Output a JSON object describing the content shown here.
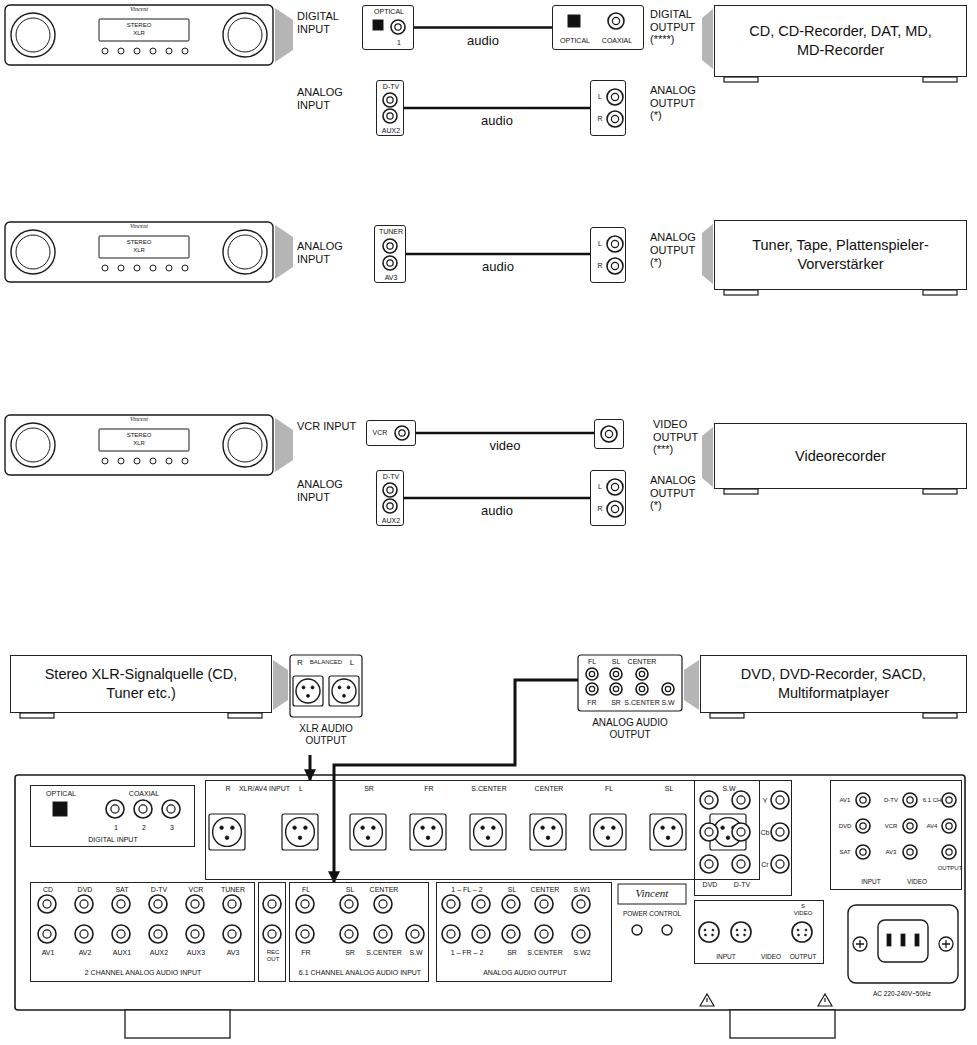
{
  "diagram": {
    "nodes": [
      {
        "text": [
          "OPTICAL",
          "1"
        ]
      },
      {
        "text": [
          "D-TV",
          "AUX2"
        ]
      },
      {
        "text": [
          "OPTICAL",
          "COAXIAL"
        ]
      },
      {
        "text": [
          "L",
          "R"
        ]
      },
      {
        "text": [
          "CD, CD-Recorder, DAT, MD, MD-Recorder"
        ]
      },
      {
        "text": [
          "TUNER",
          "AV3"
        ]
      },
      {
        "text": [
          "L",
          "R"
        ]
      },
      {
        "text": [
          "Tuner, Tape, Plattenspieler-Vorverstärker"
        ]
      },
      {
        "text": [
          "VCR"
        ]
      },
      {
        "text": [
          "D-TV",
          "AUX2"
        ]
      },
      {
        "text": [
          "VIDEO OUTPUT (***)"
        ]
      },
      {
        "text": [
          "L",
          "R"
        ]
      },
      {
        "text": [
          "Videorecorder"
        ]
      },
      {
        "text": [
          "Stereo XLR-Signalquelle (CD, Tuner etc.)"
        ]
      },
      {
        "text": [
          "R",
          "BALANCED",
          "L",
          "XLR AUDIO OUTPUT"
        ]
      },
      {
        "text": [
          "DVD, DVD-Recorder, SACD, Multiformatplayer"
        ]
      },
      {
        "text": [
          "FL",
          "SL",
          "CENTER",
          "FR",
          "SR",
          "S.CENTER",
          "S.W",
          "ANALOG AUDIO OUTPUT"
        ]
      },
      {
        "text": [
          "OPTICAL",
          "COAXIAL",
          "1",
          "2",
          "3",
          "DIGITAL INPUT"
        ]
      },
      {
        "text": [
          "R",
          "XLR/AV4 INPUT",
          "L",
          "SR",
          "FR",
          "S.CENTER",
          "CENTER",
          "FL",
          "SL",
          "S.W"
        ]
      },
      {
        "text": [
          "CD",
          "DVD",
          "SAT",
          "D-TV",
          "VCR",
          "TUNER",
          "AV1",
          "AV2",
          "AUX1",
          "AUX2",
          "AUX3",
          "AV3",
          "2 CHANNEL ANALOG AUDIO INPUT"
        ]
      },
      {
        "text": [
          "REC OUT"
        ]
      },
      {
        "text": [
          "FL",
          "SL",
          "CENTER",
          "FR",
          "SR",
          "S.CENTER",
          "S.W",
          "6.1 CHANNEL ANALOG AUDIO INPUT"
        ]
      },
      {
        "text": [
          "1 – FL – 2",
          "SL",
          "CENTER",
          "S.W1",
          "1 – FR – 2",
          "SR",
          "S.CENTER",
          "S.W2",
          "ANALOG AUDIO OUTPUT"
        ]
      },
      {
        "text": [
          "Y",
          "Cb",
          "Cr",
          "DVD",
          "D-TV"
        ]
      },
      {
        "text": [
          "INPUT",
          "VIDEO",
          "S VIDEO",
          "OUTPUT"
        ]
      },
      {
        "text": [
          "AV1",
          "D-TV",
          "6.1 CH",
          "DVD",
          "VCR",
          "AV4",
          "SAT",
          "AV3",
          "INPUT",
          "VIDEO",
          "OUTPUT"
        ]
      }
    ],
    "edges": [
      {
        "from": 0,
        "to": 2,
        "label": "audio",
        "arrow": "none"
      },
      {
        "from": 1,
        "to": 3,
        "label": "audio",
        "arrow": "none"
      },
      {
        "from": 5,
        "to": 6,
        "label": "audio",
        "arrow": "none"
      },
      {
        "from": 8,
        "to": 10,
        "label": "video",
        "arrow": "none"
      },
      {
        "from": 9,
        "to": 11,
        "label": "audio",
        "arrow": "none"
      },
      {
        "from": 14,
        "to": 18,
        "arrow": "to"
      },
      {
        "from": 16,
        "to": 21,
        "arrow": "to"
      }
    ],
    "labels": [
      "DIGITAL INPUT",
      "ANALOG INPUT",
      "DIGITAL OUTPUT (****)",
      "ANALOG OUTPUT (*)",
      "ANALOG INPUT",
      "ANALOG OUTPUT (*)",
      "VCR INPUT",
      "ANALOG INPUT",
      "ANALOG OUTPUT (*)",
      "Vincent",
      "POWER CONTROL",
      "AC 220-240V~50Hz",
      "Vincent",
      "STEREO",
      "XLR",
      "Vincent",
      "STEREO",
      "XLR",
      "Vincent",
      "STEREO",
      "XLR"
    ]
  }
}
